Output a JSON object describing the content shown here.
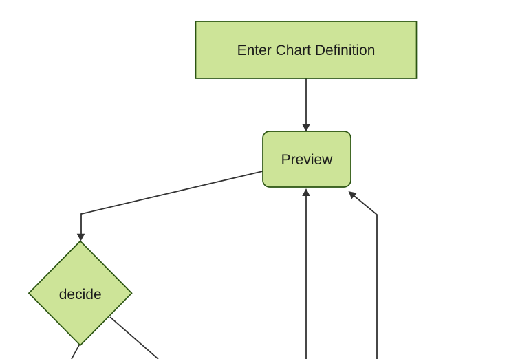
{
  "diagram": {
    "type": "flowchart",
    "direction": "top-down",
    "colors": {
      "background": "#ffffff",
      "node_fill": "#cde498",
      "node_border": "#2b5412",
      "edge": "#333333",
      "text": "#1b1b1b"
    },
    "nodes": [
      {
        "id": "enter",
        "shape": "rectangle",
        "label": "Enter Chart Definition"
      },
      {
        "id": "preview",
        "shape": "rounded-rectangle",
        "label": "Preview"
      },
      {
        "id": "decide",
        "shape": "diamond",
        "label": "decide"
      }
    ],
    "edges": [
      {
        "from": "enter",
        "to": "preview",
        "arrow": true
      },
      {
        "from": "preview",
        "to": "decide",
        "arrow": true
      },
      {
        "from": "offscreen-bottom",
        "to": "preview",
        "arrow": true
      },
      {
        "from": "offscreen-bottom-right",
        "to": "preview",
        "arrow": true
      },
      {
        "from": "decide",
        "to": "offscreen-bottom-left",
        "arrow": false
      },
      {
        "from": "decide",
        "to": "offscreen-bottom-right",
        "arrow": false
      }
    ]
  }
}
